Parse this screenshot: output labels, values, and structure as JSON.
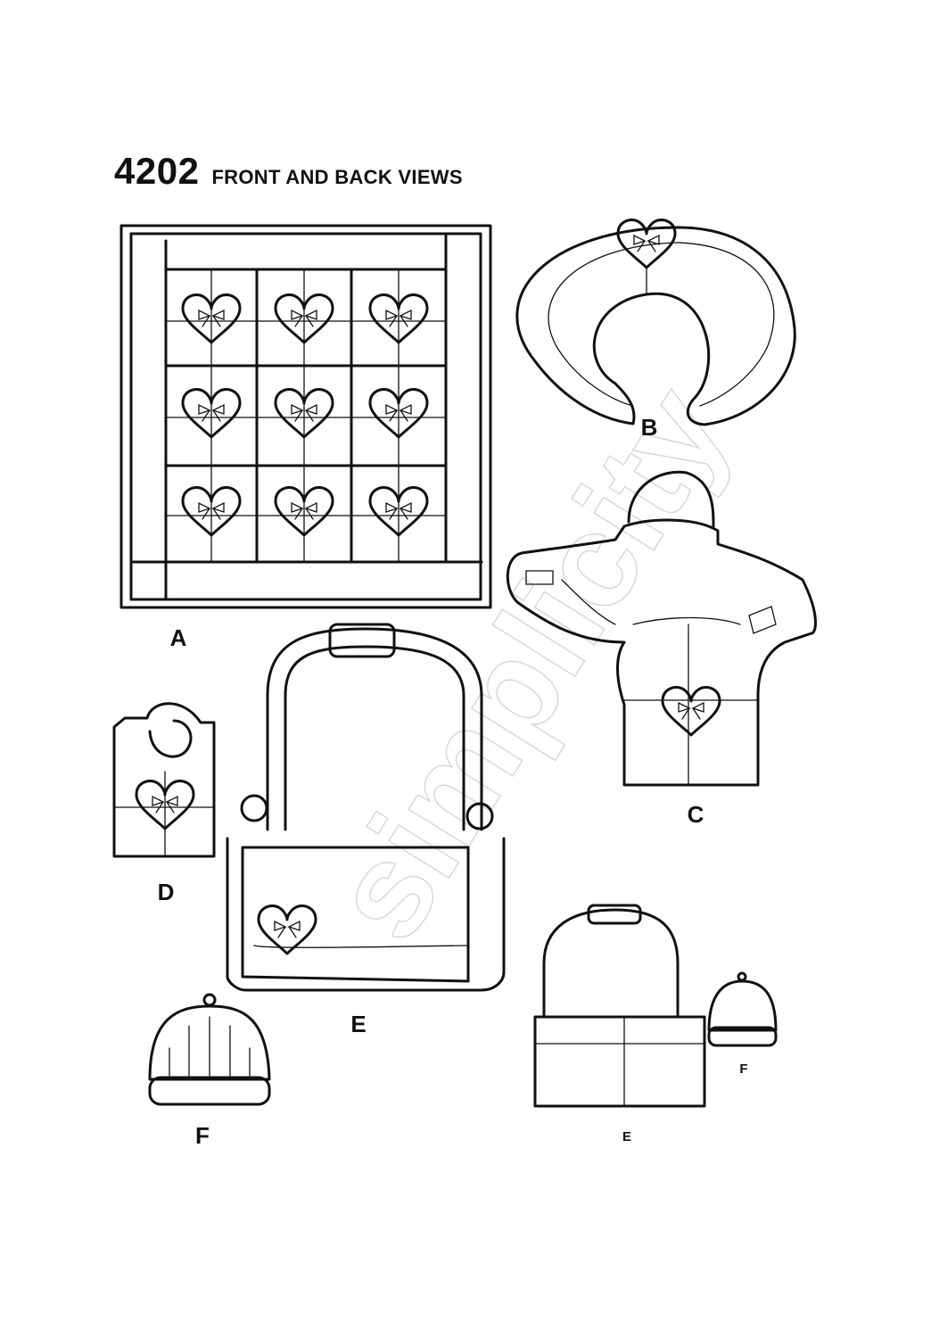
{
  "header": {
    "pattern_number": "4202",
    "title": "FRONT AND BACK VIEWS"
  },
  "views": {
    "A": "A",
    "B": "B",
    "C": "C",
    "D": "D",
    "E_front": "E",
    "E_back": "E",
    "F_front": "F",
    "F_back": "F"
  },
  "watermark": "simplicity"
}
